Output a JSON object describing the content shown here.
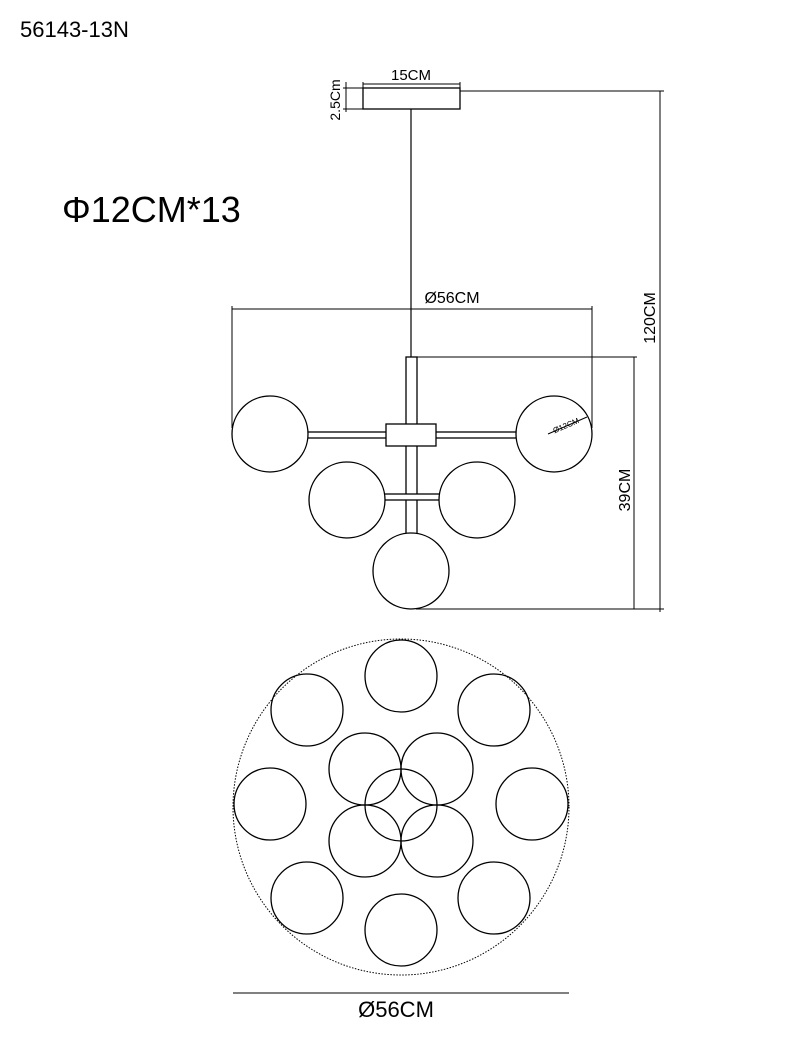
{
  "model_number": "56143-13N",
  "globe_spec": "Φ12CM*13",
  "dimensions": {
    "canopy_width": "15CM",
    "canopy_height": "2.5Cm",
    "overall_height": "120CM",
    "fixture_diameter": "Ø56CM",
    "globe_diameter": "Ø12CM",
    "body_height": "39CM",
    "top_view_diameter": "Ø56CM"
  }
}
